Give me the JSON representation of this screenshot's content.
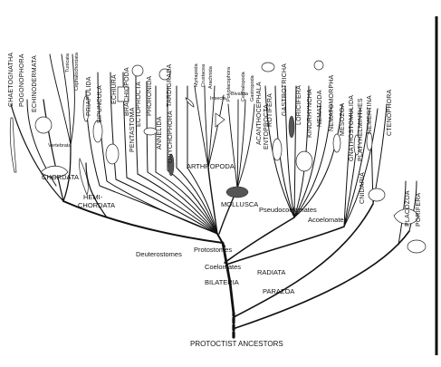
{
  "phyla": [
    {
      "id": "chaetognatha",
      "label": "CHAETOGNATHA"
    },
    {
      "id": "pogonophora",
      "label": "POGONOPHORA"
    },
    {
      "id": "echinodermata",
      "label": "ECHINODERMATA"
    },
    {
      "id": "priapulida",
      "label": "PRIAPULIDA"
    },
    {
      "id": "sipuncula",
      "label": "SIPUNCULA"
    },
    {
      "id": "echiura",
      "label": "ECHIURA"
    },
    {
      "id": "brachiopoda",
      "label": "BRACHIOPODA"
    },
    {
      "id": "ectoprocta",
      "label": "ECTOPROCTA"
    },
    {
      "id": "phoronida",
      "label": "PHORONIDA"
    },
    {
      "id": "pentastoma",
      "label": "PENTASTOMA"
    },
    {
      "id": "annelida",
      "label": "ANNELIDA"
    },
    {
      "id": "tardigrada",
      "label": "TARDIGRADA"
    },
    {
      "id": "onychophora",
      "label": "ONYCHOPHORA"
    },
    {
      "id": "acanthocephala",
      "label": "ACANTHOCEPHALA"
    },
    {
      "id": "entoprocta",
      "label": "ENTOPROCTA"
    },
    {
      "id": "rotifera",
      "label": "ROTIFERA"
    },
    {
      "id": "gastrotricha",
      "label": "GASTROTRICHA"
    },
    {
      "id": "loricifera",
      "label": "LORICIFERA"
    },
    {
      "id": "kinorhyncha",
      "label": "KINORHYNCHA"
    },
    {
      "id": "nematoda",
      "label": "NEMATODA"
    },
    {
      "id": "nematomorpha",
      "label": "NEMATOMORPHA"
    },
    {
      "id": "mesozoa",
      "label": "MESOZOA"
    },
    {
      "id": "gnathostomulida",
      "label": "GNATHOSTOMULIDA"
    },
    {
      "id": "platyhelminthes",
      "label": "PLATYHELMINTHES"
    },
    {
      "id": "nemertina",
      "label": "NEMERTINA"
    },
    {
      "id": "cnidaria",
      "label": "CNIDARIA"
    },
    {
      "id": "ctenophora",
      "label": "CTENOPHORA"
    },
    {
      "id": "placozoa",
      "label": "PLACOZOA"
    },
    {
      "id": "porifera",
      "label": "PORIFERA"
    }
  ],
  "subgroups": {
    "tunicata": "Tunicata",
    "cephalochordata": "Cephalochordata",
    "vertebrata": "Vertebrata",
    "myriapoda": "Myriapoda",
    "crustacea": "Crustacea",
    "arachnida": "Arachnida",
    "insecta": "Insecta",
    "polyplacophora": "Polyplacophora",
    "bivalvia": "Bivalvia",
    "cephalopoda": "Cephalopoda",
    "gastropoda": "Gastropoda"
  },
  "groups": {
    "chordata": "CHORDATA",
    "hemichordata_1": "HEMI-",
    "hemichordata_2": "CHORDATA",
    "arthropoda": "ARTHROPODA",
    "mollusca": "MOLLUSCA",
    "pseudocoelomates": "Pseudocoelomates",
    "acoelomates": "Acoelomates",
    "deuterostomes": "Deuterostomes",
    "protostomes": "Protostomes",
    "coelomates": "Coelomates",
    "bilateria": "BILATERIA",
    "radiata": "RADIATA",
    "parazoa": "PARAZOA"
  },
  "root_label": "PROTOCTIST ANCESTORS"
}
